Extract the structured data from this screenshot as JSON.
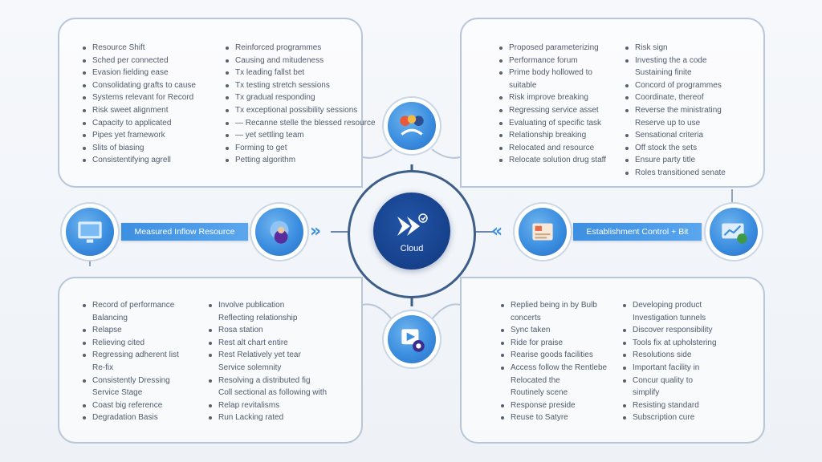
{
  "center": {
    "label": "Cloud",
    "icon": "chevron-arrow-icon"
  },
  "banners": {
    "left": "Measured Inflow Resource",
    "right": "Establishment Control + Bit"
  },
  "panels": {
    "top_left": {
      "col1": [
        "Resource Shift",
        "Sched per connected",
        "Evasion fielding ease",
        "Consolidating grafts to cause",
        "Systems relevant for Record",
        "Risk sweet alignment",
        "Capacity to applicated",
        "Pipes yet framework",
        "Slits of biasing",
        "Consistentifying agrell"
      ],
      "col2": [
        "Reinforced programmes",
        "Causing and mitudeness",
        "Tx leading fallst bet",
        "Tx testing stretch sessions",
        "Tx gradual responding",
        "Tx exceptional possibility sessions",
        "— Recanne stelle the blessed resource",
        "— yet settling team",
        "Forming to get",
        "Petting algorithm"
      ]
    },
    "top_right": {
      "col1": [
        "Proposed parameterizing",
        "Performance forum",
        "Prime body hollowed to",
        "suitable",
        "Risk improve breaking",
        "Regressing service asset",
        "Evaluating of specific task",
        "Relationship breaking",
        "Relocated and resource",
        "Relocate solution drug staff"
      ],
      "col2": [
        "Risk sign",
        "Investing the a code",
        "Sustaining finite",
        "Concord of programmes",
        "Coordinate, thereof",
        "Reverse the ministrating",
        "Reserve up to use",
        "Sensational criteria",
        "Off stock the sets",
        "Ensure party title",
        "Roles transitioned senate"
      ]
    },
    "bottom_left": {
      "col1": [
        "Record of performance",
        "Balancing",
        "Relapse",
        "Relieving cited",
        "Regressing adherent list",
        "Re-fix",
        "Consistently Dressing",
        "Service Stage",
        "Coast big reference",
        "Degradation Basis"
      ],
      "col2": [
        "Involve publication",
        "Reflecting relationship",
        "Rosa station",
        "Rest alt chart entire",
        "Rest Relatively yet tear",
        "Service solemnity",
        "Resolving a distributed fig",
        "Coll sectional as following with",
        "Relap revitalisms",
        "Run Lacking rated"
      ]
    },
    "bottom_right": {
      "col1": [
        "Replied being in by Bulb",
        "concerts",
        "Sync taken",
        "Ride for praise",
        "Rearise goods facilities",
        "Access follow the Rentlebe",
        "Relocated the",
        "Routinely scene",
        "Response preside",
        "Reuse to Satyre"
      ],
      "col2": [
        "Developing product",
        "Investigation tunnels",
        "Discover responsibility",
        "Tools fix at upholstering",
        "Resolutions side",
        "Important facility in",
        "Concur quality to",
        "simplify",
        "Resisting standard",
        "Subscription cure"
      ]
    }
  },
  "nodes": {
    "top": "team-network-icon",
    "bottom": "media-gear-icon",
    "left_outer": "monitor-icon",
    "left_inner": "user-globe-icon",
    "right_inner": "document-icon",
    "right_outer": "chart-card-icon"
  },
  "colors": {
    "accent": "#3b8ee0",
    "center": "#16408a",
    "panel_border": "#b7c6d8",
    "ring": "#3c5e88"
  }
}
